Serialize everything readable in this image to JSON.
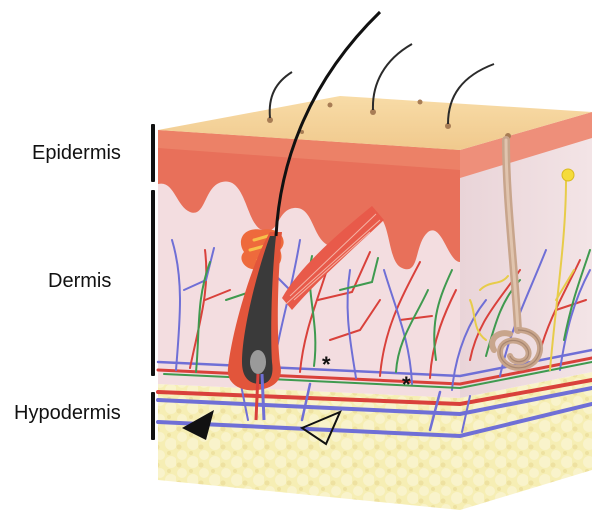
{
  "labels": {
    "epidermis": "Epidermis",
    "dermis": "Dermis",
    "hypodermis": "Hypodermis"
  },
  "markers": {
    "asterisk_1": "*",
    "asterisk_2": "*"
  },
  "colors": {
    "epidermis_top": "#f4d49a",
    "epidermis_layer": "#e8705a",
    "dermis": "#f3dde0",
    "hypodermis": "#f4eaa9",
    "artery": "#d9413b",
    "vein": "#6f6fd6",
    "lymph": "#3f9a4f",
    "nerve": "#e7cc4a",
    "hair": "#222222",
    "follicle": "#e2553b",
    "sweat_gland": "#c8a58c"
  }
}
